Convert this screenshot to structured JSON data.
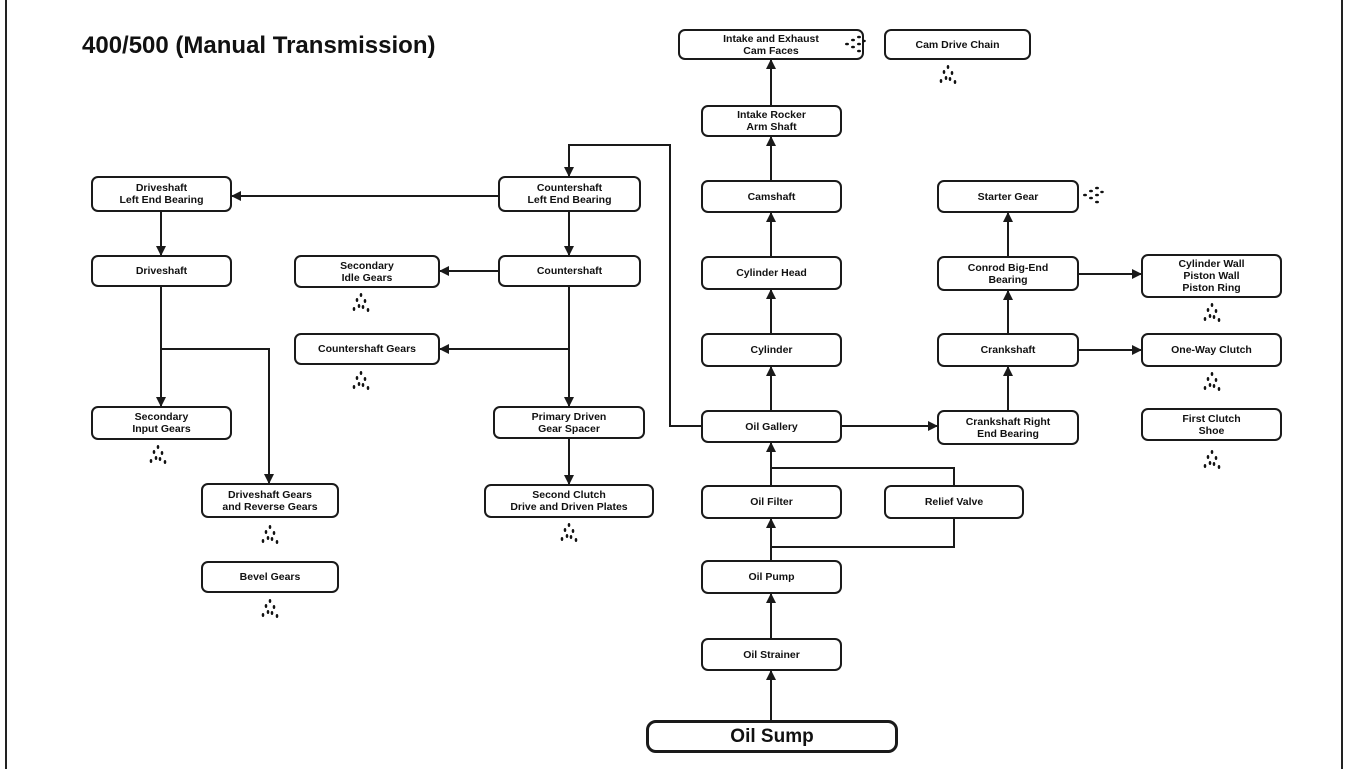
{
  "title": "400/500 (Manual Transmission)",
  "components": {
    "intake_exhaust_cam_faces": "Intake and Exhaust\nCam Faces",
    "cam_drive_chain": "Cam Drive Chain",
    "intake_rocker_arm_shaft": "Intake Rocker\nArm Shaft",
    "camshaft": "Camshaft",
    "cylinder_head": "Cylinder Head",
    "cylinder": "Cylinder",
    "oil_gallery": "Oil Gallery",
    "oil_filter": "Oil Filter",
    "relief_valve": "Relief Valve",
    "oil_pump": "Oil Pump",
    "oil_strainer": "Oil Strainer",
    "oil_sump": "Oil Sump",
    "starter_gear": "Starter Gear",
    "conrod_big_end_bearing": "Conrod Big-End\nBearing",
    "cylinder_piston_wall_ring": "Cylinder Wall\nPiston Wall\nPiston Ring",
    "crankshaft": "Crankshaft",
    "one_way_clutch": "One-Way Clutch",
    "crankshaft_right_end_bearing": "Crankshaft Right\nEnd Bearing",
    "first_clutch_shoe": "First Clutch\nShoe",
    "countershaft_left_end_bearing": "Countershaft\nLeft End Bearing",
    "driveshaft_left_end_bearing": "Driveshaft\nLeft End Bearing",
    "driveshaft": "Driveshaft",
    "secondary_idle_gears": "Secondary\nIdle Gears",
    "countershaft": "Countershaft",
    "countershaft_gears": "Countershaft Gears",
    "secondary_input_gears": "Secondary\nInput Gears",
    "primary_driven_gear_spacer": "Primary Driven\nGear Spacer",
    "driveshaft_reverse_gears": "Driveshaft Gears\nand Reverse Gears",
    "second_clutch_plates": "Second Clutch\nDrive and Driven Plates",
    "bevel_gears": "Bevel Gears"
  },
  "icons": {
    "drip": "oil-drip-icon",
    "spray": "oil-spray-icon"
  },
  "colors": {
    "line": "#1a1a1a",
    "background": "#ffffff"
  }
}
